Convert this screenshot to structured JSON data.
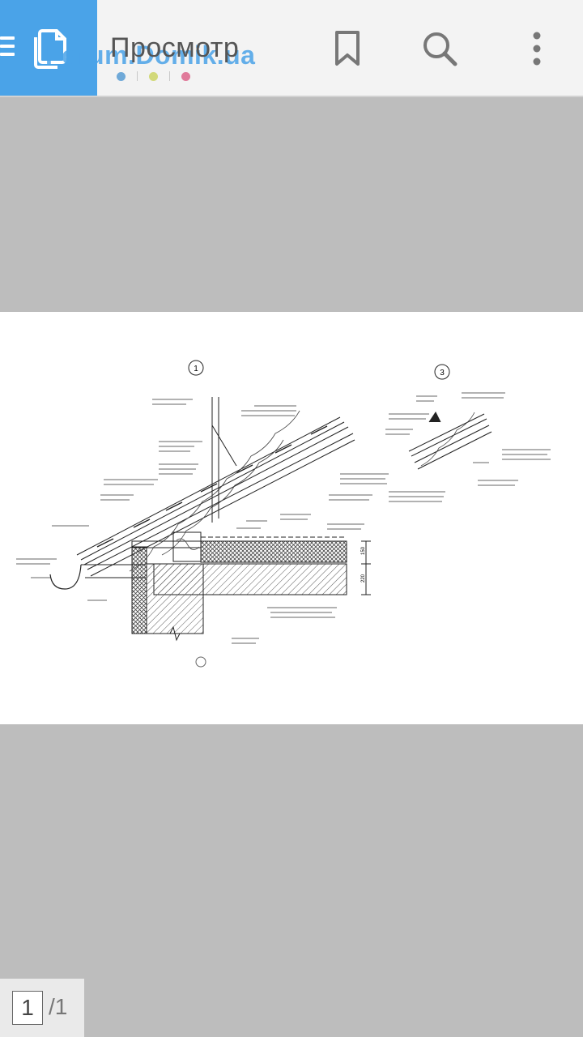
{
  "app": {
    "title": "Просмотр",
    "watermark": "Forum.Domik.ua",
    "accent": "#4aa3e8",
    "toolbar_color": "#f3f3f3",
    "dot_colors": [
      "#6fa9d8",
      "#d2d97a",
      "#e07a9a"
    ]
  },
  "icons": {
    "menu": "menu-icon",
    "app": "document-copy-icon",
    "bookmark": "bookmark-icon",
    "search": "search-icon",
    "more": "more-vertical-icon"
  },
  "drawing": {
    "callout_1": "1",
    "callout_3": "3",
    "dim_1": "150",
    "dim_2": "220"
  },
  "pager": {
    "current": "1",
    "total": "/1"
  }
}
